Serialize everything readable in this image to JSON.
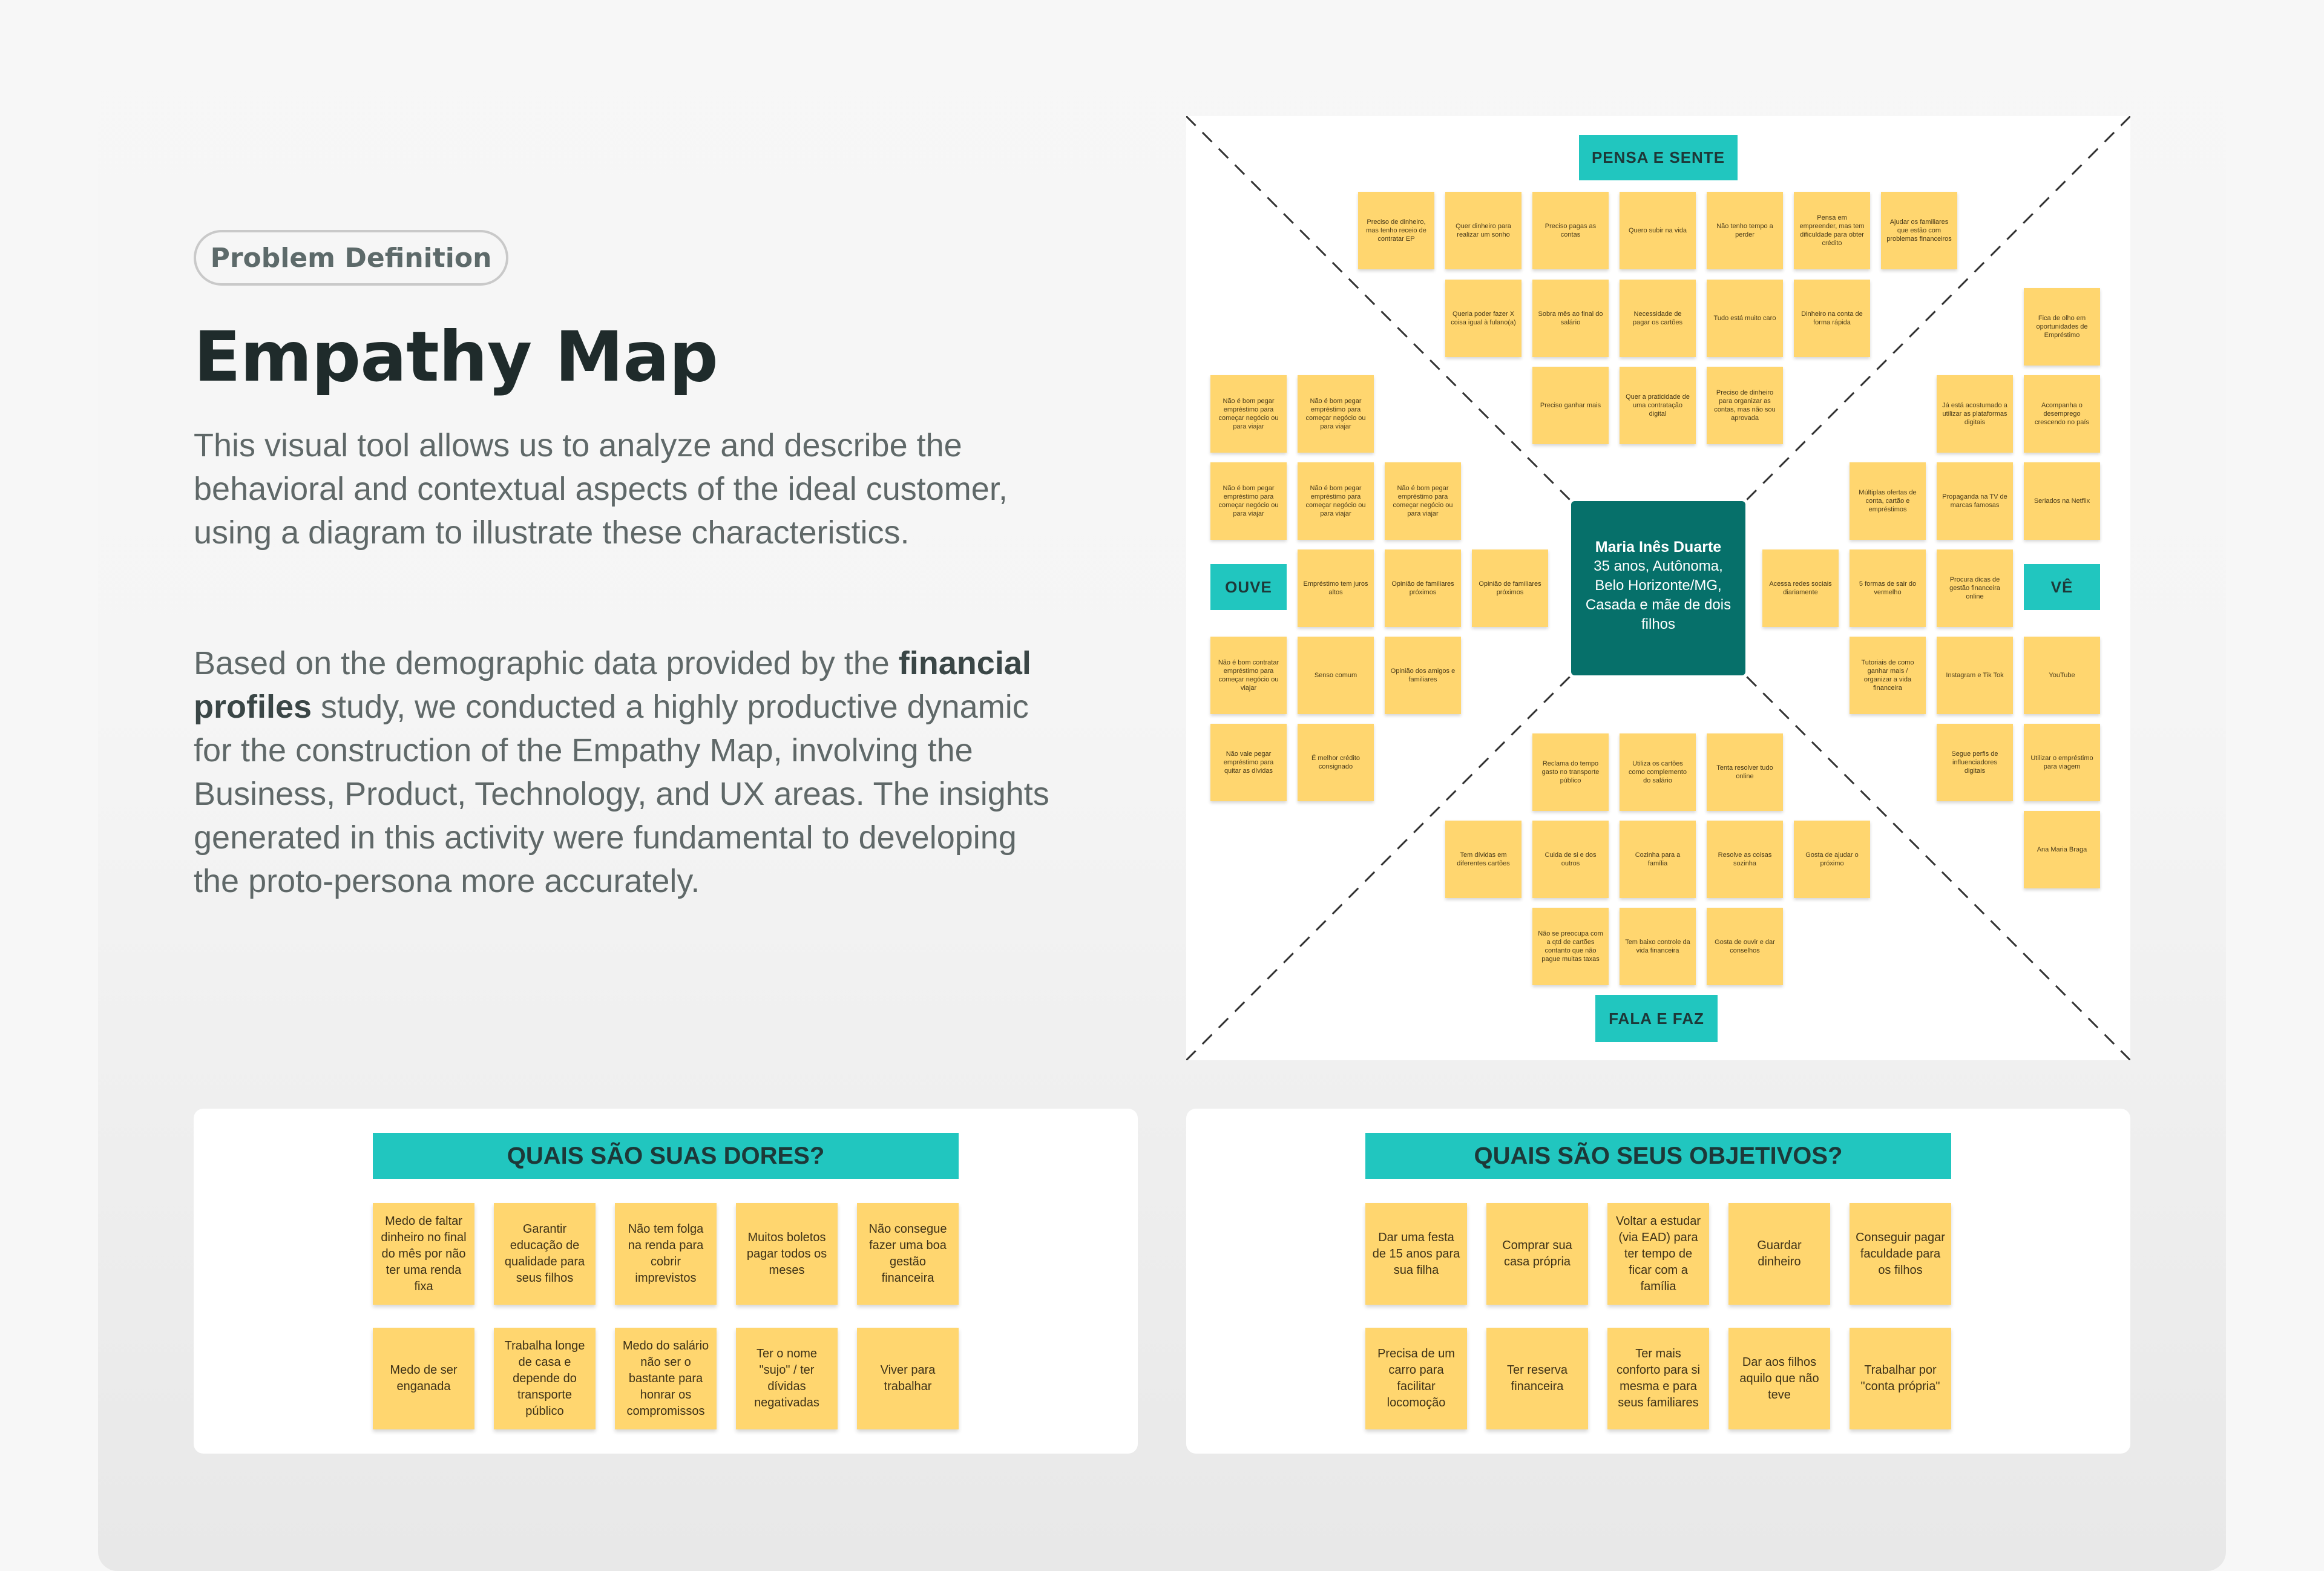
{
  "header": {
    "tag": "Problem Definition",
    "title": "Empathy Map",
    "intro": "This visual tool allows us to analyze and describe the behavioral and contextual aspects of the ideal customer, using a diagram to illustrate these characteristics.",
    "body_before": "Based on the demographic data provided by the ",
    "body_bold": "financial profiles",
    "body_after": " study, we conducted a highly productive dynamic for the construction of the Empathy Map, involving the Business, Product, Technology, and UX areas. The insights generated in this activity were fundamental to developing the proto-persona more accurately."
  },
  "map": {
    "labels": {
      "top": "PENSA E SENTE",
      "left": "OUVE",
      "right": "VÊ",
      "bottom": "FALA E FAZ"
    },
    "persona": {
      "name": "Maria Inês Duarte",
      "details": "35 anos, Autônoma, Belo Horizonte/MG, Casada e mãe de dois filhos"
    },
    "thinks": [
      "Preciso de dinheiro, mas tenho receio de contratar EP",
      "Quer dinheiro para realizar um sonho",
      "Preciso pagas as contas",
      "Quero subir na vida",
      "Não tenho tempo a perder",
      "Pensa em empreender, mas tem dificuldade para obter crédito",
      "Ajudar os familiares que estão com problemas financeiros",
      "Queria poder fazer X coisa igual à fulano(a)",
      "Sobra mês ao final do salário",
      "Necessidade de pagar os cartões",
      "Tudo está muito caro",
      "Dinheiro na conta de forma rápida",
      "Preciso ganhar mais",
      "Quer a praticidade de uma contratação digital",
      "Preciso de dinheiro para organizar as contas, mas não sou aprovada"
    ],
    "hears": [
      "Não é bom pegar empréstimo para começar negócio ou para viajar",
      "Não é bom pegar empréstimo para começar negócio ou para viajar",
      "Não é bom pegar empréstimo para começar negócio ou para viajar",
      "Não é bom pegar empréstimo para começar negócio ou para viajar",
      "Não é bom pegar empréstimo para começar negócio ou para viajar",
      "Empréstimo tem juros altos",
      "Opinião de familiares próximos",
      "Opinião de familiares próximos",
      "Não é bom contratar empréstimo para começar negócio ou viajar",
      "Senso comum",
      "Opinião dos amigos e familiares",
      "Não vale pegar empréstimo para quitar as dívidas",
      "É melhor crédito consignado"
    ],
    "sees": [
      "Fica de olho em oportunidades de Empréstimo",
      "Já está acostumado a utilizar as plataformas digitais",
      "Acompanha o desemprego crescendo no país",
      "Múltiplas ofertas de conta, cartão e empréstimos",
      "Propaganda na TV de marcas famosas",
      "Seriados na Netflix",
      "Acessa redes sociais diariamente",
      "5 formas de sair do vermelho",
      "Procura dicas de gestão financeira online",
      "Tutoriais de como ganhar mais / organizar a vida financeira",
      "Instagram e Tik Tok",
      "YouTube",
      "Segue perfis de influenciadores digitais",
      "Utilizar o empréstimo para viagem",
      "Ana Maria Braga"
    ],
    "does": [
      "Reclama do tempo gasto no transporte público",
      "Utiliza os cartões como complemento do salário",
      "Tenta resolver tudo online",
      "Tem dívidas em diferentes cartões",
      "Cuida de si e dos outros",
      "Cozinha para a família",
      "Resolve as coisas sozinha",
      "Gosta de ajudar o próximo",
      "Não se preocupa com a qtd de cartões contanto que não pague muitas taxas",
      "Tem baixo controle da vida financeira",
      "Gosta de ouvir e dar conselhos"
    ],
    "colors": {
      "accent": "#21c6bf",
      "persona": "#06706a",
      "note": "#ffd66f"
    }
  },
  "pains": {
    "title": "QUAIS SÃO SUAS DORES?",
    "items": [
      "Medo de faltar dinheiro no final do mês por não ter uma renda fixa",
      "Garantir educação de qualidade para seus filhos",
      "Não tem folga na renda para cobrir imprevistos",
      "Muitos boletos pagar todos os meses",
      "Não consegue fazer uma boa gestão financeira",
      "Medo de ser enganada",
      "Trabalha longe de casa e depende do transporte público",
      "Medo do salário não ser o bastante para honrar os compromissos",
      "Ter o nome \"sujo\" / ter dívidas negativadas",
      "Viver para trabalhar"
    ]
  },
  "goals": {
    "title": "QUAIS SÃO SEUS OBJETIVOS?",
    "items": [
      "Dar uma festa de 15 anos para sua filha",
      "Comprar sua casa própria",
      "Voltar a estudar (via EAD) para ter tempo de ficar com a família",
      "Guardar dinheiro",
      "Conseguir pagar faculdade para os filhos",
      "Precisa de um carro para facilitar locomoção",
      "Ter reserva financeira",
      "Ter mais conforto para si mesma e para seus familiares",
      "Dar aos filhos aquilo que não teve",
      "Trabalhar por \"conta própria\""
    ]
  }
}
